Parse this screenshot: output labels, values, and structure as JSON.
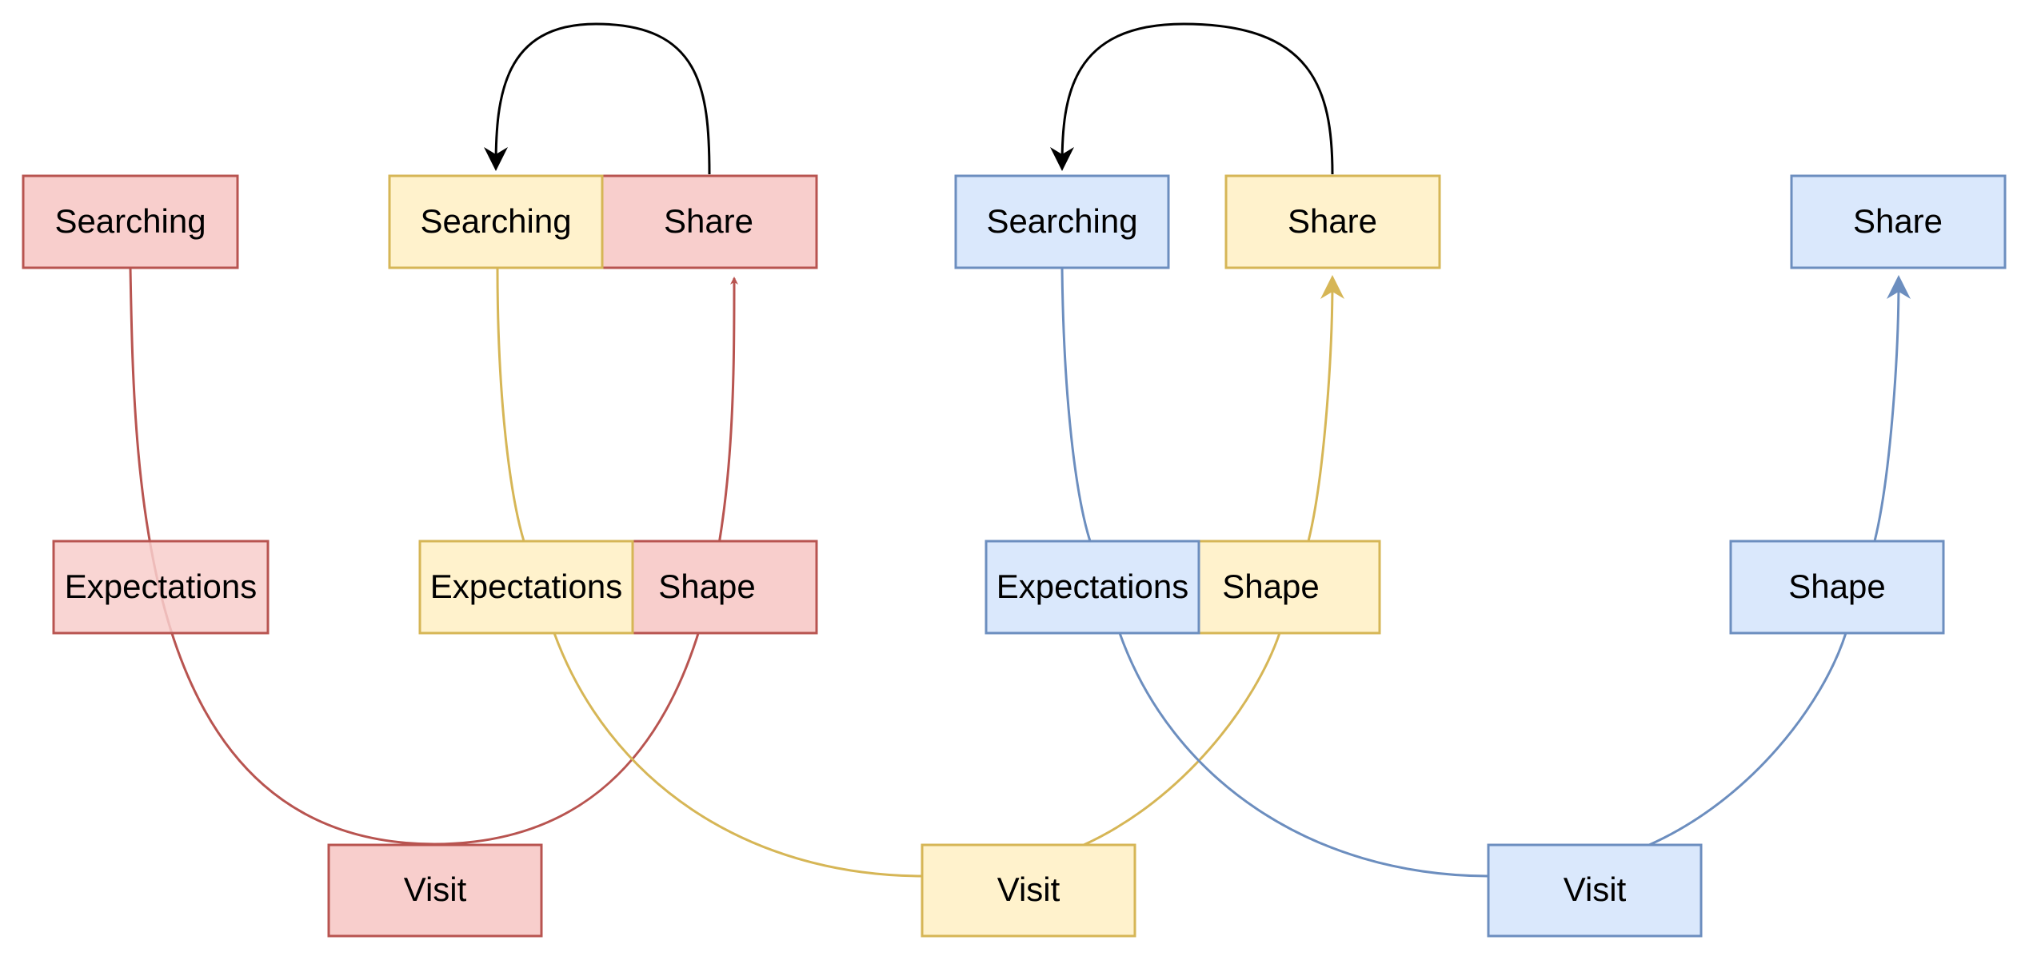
{
  "colors": {
    "red_fill": "#f8cecc",
    "red_stroke": "#b85450",
    "yellow_fill": "#fff2cc",
    "yellow_stroke": "#d6b656",
    "blue_fill": "#dae8fc",
    "blue_stroke": "#6c8ebf",
    "black": "#000000"
  },
  "nodes": {
    "red_searching": "Searching",
    "red_expectations": "Expectations",
    "red_visit": "Visit",
    "red_shape": "Shape",
    "red_share": "Share",
    "yellow_searching": "Searching",
    "yellow_expectations": "Expectations",
    "yellow_visit": "Visit",
    "yellow_shape": "Shape",
    "yellow_share": "Share",
    "blue_searching": "Searching",
    "blue_expectations": "Expectations",
    "blue_visit": "Visit",
    "blue_shape": "Shape",
    "blue_share": "Share"
  }
}
